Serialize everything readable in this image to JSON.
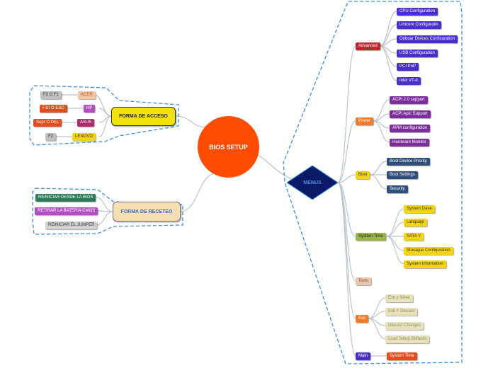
{
  "center": {
    "label": "BIOS SETUP",
    "color": "#ff4c00"
  },
  "menus": {
    "label": "MENUS",
    "fill": "#0a1a66",
    "text_color": "#4a90e2"
  },
  "forma_acceso": {
    "label": "FORMA DE ACCESO",
    "pairs": [
      {
        "key": "F2 O F1",
        "brand": "ACER",
        "key_color": "#bfbfbf",
        "brand_color": "#f5c4a0"
      },
      {
        "key": "F10 O ESC",
        "brand": "HP",
        "key_color": "#e24d1b",
        "brand_color": "#b04fc0"
      },
      {
        "key": "Supr O DEL",
        "brand": "ASUS",
        "key_color": "#e24d1b",
        "brand_color": "#b02a6b"
      },
      {
        "key": "F2",
        "brand": "LENOVO",
        "key_color": "#bfbfbf",
        "brand_color": "#f2d50c"
      }
    ]
  },
  "forma_receteo": {
    "label": "FORMA DE RECETEO",
    "items": [
      {
        "label": "REINICIAR DESDE LA BIOS",
        "color": "#2f7a5a"
      },
      {
        "label": "RETIRAR LA BATERIA CMOS",
        "color": "#b04fc0"
      },
      {
        "label": "REINICIAR EL JUMPER",
        "color": "#cfcfcf"
      }
    ]
  },
  "menu_categories": [
    {
      "label": "Advanced",
      "color": "#c0282e",
      "children": [
        "CPU Configuration",
        "Unicore Configuratin",
        "Onboar Divices Conficuration",
        "USB Configuration",
        "PCI PnP",
        "Intel VT-d"
      ],
      "child_color": "#4b2fc9"
    },
    {
      "label": "Power",
      "color": "#f07b2a",
      "children": [
        "ACPI 2.0 support",
        "ACPI Apic Support",
        "APM configuration",
        "Hardware Monitor"
      ],
      "child_color": "#7b2f9a"
    },
    {
      "label": "Boot",
      "color": "#f2d50c",
      "children": [
        "Boot Device Priority",
        "Boot Settings",
        "Security"
      ],
      "child_color": "#2f4f7a"
    },
    {
      "label": "System Time",
      "color": "#9ab548",
      "children": [
        "System Dave",
        "Lanquaje",
        "SATA Y",
        "Storaque Confiquration",
        "System Information"
      ],
      "child_color": "#f2d50c"
    },
    {
      "label": "Tools",
      "color": "#e8c4a8",
      "children": [],
      "child_color": "#e8c4a8"
    },
    {
      "label": "Exit",
      "color": "#f07b2a",
      "children": [
        "Exit y SAve",
        "Exit Y Discard",
        "Discard Changes",
        "Load Setup Defaults"
      ],
      "child_color": "#e8e2b8"
    },
    {
      "label": "Main",
      "color": "#4b2fc9",
      "children": [
        "System Time"
      ],
      "child_color": "#e24d1b"
    }
  ]
}
